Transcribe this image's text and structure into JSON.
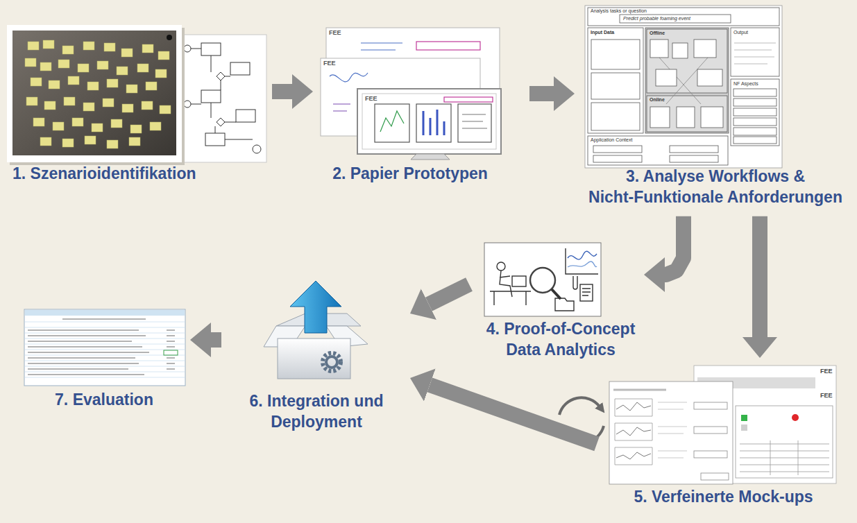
{
  "diagram": {
    "nodes": [
      {
        "text": [
          "1. Szenarioidentifikation"
        ]
      },
      {
        "text": [
          "2. Papier Prototypen"
        ]
      },
      {
        "text": [
          "3. Analyse Workflows & Nicht-Funktionale Anforderungen"
        ]
      },
      {
        "text": [
          "4. Proof-of-Concept Data Analytics"
        ]
      },
      {
        "text": [
          "5. Verfeinerte Mock-ups"
        ]
      },
      {
        "text": [
          "6. Integration und Deployment"
        ]
      },
      {
        "text": [
          "7. Evaluation"
        ]
      }
    ],
    "edges": [
      {
        "from": 0,
        "to": 1,
        "arrow": "to"
      },
      {
        "from": 1,
        "to": 2,
        "arrow": "to"
      },
      {
        "from": 2,
        "to": 3,
        "arrow": "to"
      },
      {
        "from": 2,
        "to": 4,
        "arrow": "to"
      },
      {
        "from": 3,
        "to": 5,
        "arrow": "to"
      },
      {
        "from": 4,
        "to": 5,
        "arrow": "to"
      },
      {
        "from": 5,
        "to": 6,
        "arrow": "to"
      }
    ],
    "labels": [
      "FEE",
      "FEE",
      "FEE",
      "Analysis tasks or question",
      "Predict probable foaming event",
      "Input Data",
      "Offline",
      "Online",
      "Output",
      "NF Aspects",
      "Application Context",
      "FEE",
      "FEE"
    ]
  }
}
